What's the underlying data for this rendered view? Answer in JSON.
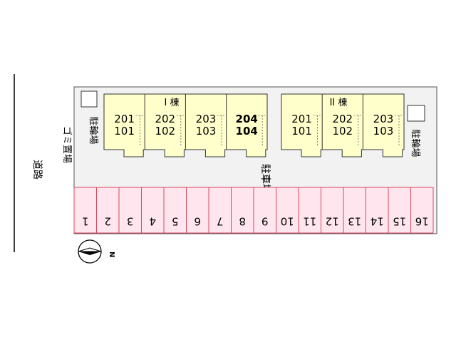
{
  "road": {
    "label": "道路"
  },
  "buildings": [
    {
      "name": "I 棟",
      "units": [
        {
          "upper": "201",
          "lower": "101"
        },
        {
          "upper": "202",
          "lower": "102"
        },
        {
          "upper": "203",
          "lower": "103"
        },
        {
          "upper": "204",
          "lower": "104",
          "highlight": true
        }
      ]
    },
    {
      "name": "II 棟",
      "units": [
        {
          "upper": "201",
          "lower": "101"
        },
        {
          "upper": "202",
          "lower": "102"
        },
        {
          "upper": "203",
          "lower": "103"
        }
      ]
    }
  ],
  "facilities": {
    "bicycle_parking_left": "駐輪場",
    "bicycle_parking_right": "駐輪場",
    "garbage": "ゴミ置場",
    "parking_area": "駐車場"
  },
  "parking_spaces": [
    "1",
    "2",
    "3",
    "4",
    "5",
    "6",
    "7",
    "8",
    "9",
    "10",
    "11",
    "12",
    "13",
    "14",
    "15",
    "16"
  ],
  "compass": {
    "label": "N"
  },
  "colors": {
    "building_fill": "#ffffcc",
    "building_stroke": "#333333",
    "parking_fill": "#ffe6ee",
    "parking_stroke": "#d84860",
    "lot_fill": "#f2f2f2",
    "lot_stroke": "#555555",
    "highlight_text": "#000000"
  }
}
